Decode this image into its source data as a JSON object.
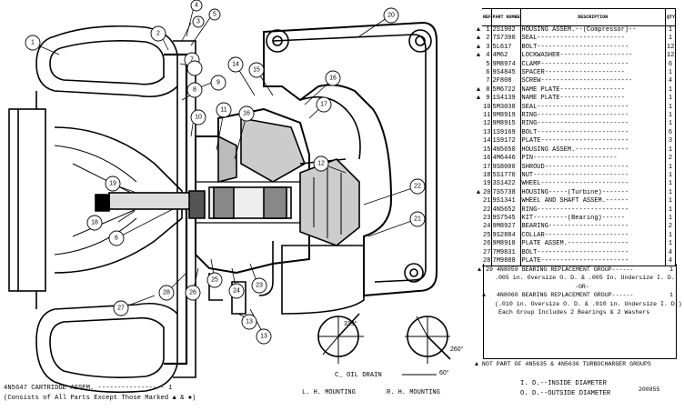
{
  "parts_table": {
    "headers": {
      "ref": "REF NO",
      "part": "PART NUMBER",
      "description": "DESCRIPTION",
      "qty": "QTY"
    },
    "rows": [
      {
        "mark": "▲",
        "ref": "1",
        "part": "2S1902",
        "desc": "HOUSING ASSEM.--(Compressor)--",
        "qty": "1"
      },
      {
        "mark": "▲",
        "ref": "2",
        "part": "7S7390",
        "desc": "SEAL-----------------------",
        "qty": "1"
      },
      {
        "mark": "▲",
        "ref": "3",
        "part": "5L617",
        "desc": "BOLT------------------------",
        "qty": "12"
      },
      {
        "mark": "▲",
        "ref": "4",
        "part": "4M62",
        "desc": "LOCKWASHER-------------------",
        "qty": "12"
      },
      {
        "mark": "",
        "ref": "5",
        "part": "9M8974",
        "desc": "CLAMP-----------------------",
        "qty": "6"
      },
      {
        "mark": "",
        "ref": "6",
        "part": "9S4845",
        "desc": "SPACER---------------------",
        "qty": "1"
      },
      {
        "mark": "",
        "ref": "7",
        "part": "2F808",
        "desc": "SCREW------------------------",
        "qty": "4"
      },
      {
        "mark": "▲",
        "ref": "8",
        "part": "5M6722",
        "desc": "NAME PLATE-----------------",
        "qty": "1"
      },
      {
        "mark": "▲",
        "ref": "9",
        "part": "1S4139",
        "desc": "NAME PLATE-----------------",
        "qty": "1"
      },
      {
        "mark": "",
        "ref": "10",
        "part": "5M3038",
        "desc": "SEAL------------------------",
        "qty": "1"
      },
      {
        "mark": "",
        "ref": "11",
        "part": "9M8919",
        "desc": "RING------------------------",
        "qty": "1"
      },
      {
        "mark": "",
        "ref": "12",
        "part": "9M8915",
        "desc": "RING------------------------",
        "qty": "1"
      },
      {
        "mark": "",
        "ref": "13",
        "part": "1S9169",
        "desc": "BOLT------------------------",
        "qty": "6"
      },
      {
        "mark": "",
        "ref": "14",
        "part": "1S9172",
        "desc": "PLATE-----------------------",
        "qty": "3"
      },
      {
        "mark": "",
        "ref": "15",
        "part": "4N5650",
        "desc": "HOUSING ASSEM.--------------",
        "qty": "1"
      },
      {
        "mark": "",
        "ref": "16",
        "part": "4M6446",
        "desc": "   PIN----------------------",
        "qty": "2"
      },
      {
        "mark": "",
        "ref": "17",
        "part": "9S8000",
        "desc": "SHROUD----------------------",
        "qty": "1"
      },
      {
        "mark": "",
        "ref": "18",
        "part": "5S1770",
        "desc": "NUT-------------------------",
        "qty": "1"
      },
      {
        "mark": "",
        "ref": "19",
        "part": "3S1422",
        "desc": "WHEEL-----------------------",
        "qty": "1"
      },
      {
        "mark": "▲",
        "ref": "20",
        "part": "7S5738",
        "desc": "HOUSING-----(Turbine)-------",
        "qty": "1"
      },
      {
        "mark": "",
        "ref": "21",
        "part": "9S1341",
        "desc": "WHEEL AND SHAFT ASSEM.------",
        "qty": "1"
      },
      {
        "mark": "",
        "ref": "22",
        "part": "4N5652",
        "desc": "RING------------------------",
        "qty": "1"
      },
      {
        "mark": "",
        "ref": "23",
        "part": "9S7545",
        "desc": "KIT---------(Bearing)------",
        "qty": "1"
      },
      {
        "mark": "",
        "ref": "24",
        "part": "9M8927",
        "desc": "BEARING---------------------",
        "qty": "2"
      },
      {
        "mark": "",
        "ref": "25",
        "part": "9S2884",
        "desc": "COLLAR----------------------",
        "qty": "1"
      },
      {
        "mark": "",
        "ref": "26",
        "part": "9M8918",
        "desc": "PLATE ASSEM.----------------",
        "qty": "1"
      },
      {
        "mark": "",
        "ref": "27",
        "part": "7M9831",
        "desc": "BOLT------------------------",
        "qty": "4"
      },
      {
        "mark": "",
        "ref": "28",
        "part": "7M9888",
        "desc": "PLATE-----------------------",
        "qty": "4"
      }
    ],
    "group1": {
      "mark": "▲",
      "ref": "29",
      "part": "4N8059",
      "title": "BEARING REPLACEMENT GROUP------",
      "qty": "1",
      "line2": ".005 in. Oversize O. D. & .005 In. Undersize I. D.",
      "or": "-OR-"
    },
    "group2": {
      "mark": "▲",
      "part": "4N8060",
      "title": "BEARING REPLACEMENT GROUP------",
      "qty": "1",
      "line2": "(.010 in. Oversize O. D. & .010 in. Undersize I. D.)",
      "line3": "Each Group Includes 2 Bearings & 2 Washers"
    },
    "footnote": "▲ NOT PART OF 4N5635 & 4N5636 TURBOCHARGER GROUPS"
  },
  "cartridge": {
    "title": "4N5647 CARTRIDGE ASSEM. ----------------- 1",
    "note": "(Consists of All Parts Except Those Marked ▲ & ●)"
  },
  "mounting": {
    "oil_drain": "C_ OIL DRAIN",
    "lh": "L. H. MOUNTING",
    "rh": "R. H. MOUNTING",
    "angle_lh": "319°",
    "angle_rh": "260°",
    "angle_drain": "60°"
  },
  "legend": {
    "id": "I. D.--INSIDE DIAMETER",
    "od": "O. D.--OUTSIDE DIAMETER",
    "code": "200855"
  },
  "callouts": [
    "1",
    "2",
    "3",
    "4",
    "5",
    "6",
    "7",
    "8",
    "9",
    "10",
    "11",
    "12",
    "13",
    "14",
    "15",
    "16",
    "17",
    "18",
    "19",
    "20",
    "21",
    "22",
    "23",
    "24",
    "25",
    "26",
    "27",
    "28"
  ]
}
